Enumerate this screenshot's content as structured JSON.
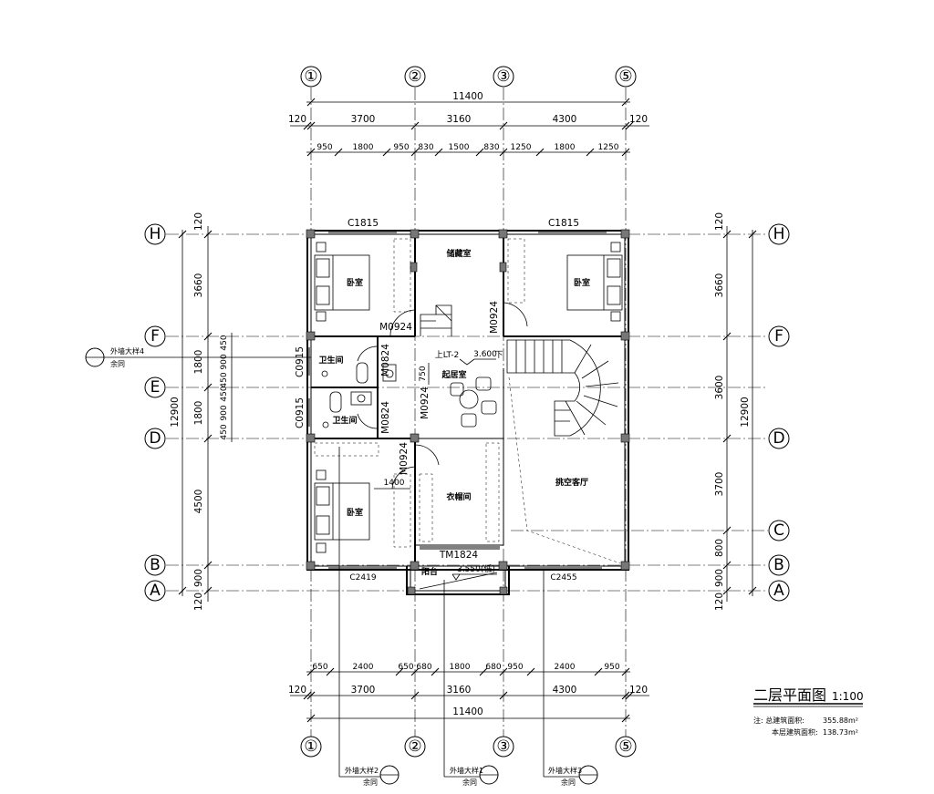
{
  "axes": {
    "vertical": [
      {
        "id": "1",
        "label": "①"
      },
      {
        "id": "2",
        "label": "②"
      },
      {
        "id": "3",
        "label": "③"
      },
      {
        "id": "5",
        "label": "⑤"
      }
    ],
    "horizontal": [
      "H",
      "F",
      "E",
      "D",
      "C",
      "B",
      "A"
    ]
  },
  "dims": {
    "top_total": "11400",
    "top_mid": [
      "120",
      "3700",
      "3160",
      "4300",
      "120"
    ],
    "top_detail": [
      "950",
      "1800",
      "950",
      "830",
      "1500",
      "830",
      "1250",
      "1800",
      "1250"
    ],
    "bottom_detail": [
      "650",
      "2400",
      "650",
      "680",
      "1800",
      "680",
      "950",
      "2400",
      "950"
    ],
    "bottom_mid": [
      "120",
      "3700",
      "3160",
      "4300",
      "120"
    ],
    "bottom_total": "11400",
    "left_detail": [
      "120",
      "3660",
      "1800",
      "1800",
      "4500",
      "900",
      "120"
    ],
    "left_small": [
      "450",
      "900",
      "450",
      "450",
      "900",
      "450"
    ],
    "left_total": "12900",
    "right_detail": [
      "120",
      "3660",
      "3600",
      "3700",
      "800",
      "900",
      "120"
    ],
    "right_total": "12900"
  },
  "windows": {
    "c1815_left": "C1815",
    "c1815_right": "C1815",
    "c2419": "C2419",
    "c2455": "C2455",
    "c0915_top": "C0915",
    "c0915_bottom": "C0915"
  },
  "doors": {
    "m0924_a": "M0924",
    "m0924_b": "M0924",
    "m0824_a": "M0824",
    "m0824_b": "M0824",
    "m0924_c": "M0924",
    "m0924_d": "M0924",
    "tm1824": "TM1824"
  },
  "rooms": {
    "bedroom_nw": "卧室",
    "storage": "储藏室",
    "bedroom_ne": "卧室",
    "bath_top": "卫生间",
    "bath_bottom": "卫生间",
    "living": "起居室",
    "bedroom_sw": "卧室",
    "closet": "衣帽间",
    "void_hall": "挑空客厅",
    "balcony": "阳台"
  },
  "annotations": {
    "stair_label": "上LT-2",
    "elev_1": "3.600",
    "stair_down": "下",
    "dim_750": "750",
    "dim_1400": "1400",
    "balcony_elev": "3.550(低)"
  },
  "callouts": {
    "wall_detail_4": "外墙大样4",
    "wall_detail_2": "外墙大样2",
    "wall_detail_1": "外墙大样1",
    "wall_detail_3": "外墙大样3",
    "yu_tong": "余同"
  },
  "title": {
    "main": "二层平面图",
    "scale": "1:100",
    "note1_label": "注: 总建筑面积:",
    "note1_value": "355.88m²",
    "note2_label": "本层建筑面积:",
    "note2_value": "138.73m²"
  }
}
